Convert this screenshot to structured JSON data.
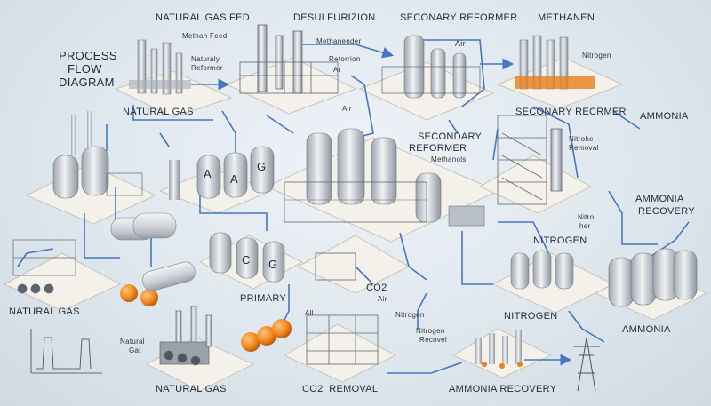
{
  "title": [
    "PROCESS",
    "FLOW",
    "DIAGRAM"
  ],
  "labels": {
    "natural_gas_fed": "NATURAL GAS FED",
    "desulfurizion": "DESULFURIZION",
    "seconary_reformer_top": "SECONARY REFORMER",
    "methanen": "METHANEN",
    "natural_gas_left": "NATURAL GAS",
    "seconary_recrmer": "SECONARY RECRMER",
    "ammonia_right": "AMMONIA",
    "secondary_reformer_mid": [
      "SECONDARY",
      "REFORMER"
    ],
    "ammonia_recovery_right": [
      "AMMONIA",
      "RECOVERY"
    ],
    "nitrogen_mid": "NITROGEN",
    "natural_gas_bottom_left": "NATURAL GAS",
    "primary": "PRIMARY",
    "co2": "CO2",
    "nitrogen_low": "NITROGEN",
    "ammonia_bottom_right": "AMMONIA",
    "natural_gas_bottom": "NATURAL GAS",
    "co2_removal": "CO2  REMOVAL",
    "ammonia_recovery_bottom": "AMMONIA RECOVERY"
  },
  "small_labels": {
    "methan_feed": "Methan Feed",
    "naturaly_reformer": [
      "Naturaly",
      "Reformer"
    ],
    "methanender": "Methanender",
    "reforrion": "Reforrion",
    "ar_a": "Ar",
    "air_top": "Air",
    "nitrogen_top": "Nitrogen",
    "air_mid": "Air",
    "methanols": "Methanols",
    "nitrohe_removal": [
      "Nitrohe",
      "Removal"
    ],
    "nitro_her": [
      "Nitro",
      "her"
    ],
    "air_co2": "Air",
    "all": "All",
    "nitrogen_small": "Nitrogen",
    "natural_gat": [
      "Natural",
      "Gat"
    ],
    "nitrogen_recovel": [
      "Nitrogen",
      "Recovel"
    ],
    "tank_letters": [
      "A",
      "A",
      "G",
      "C",
      "G"
    ]
  },
  "colors": {
    "pipe": "#2b63b8",
    "accent": "#e8801e",
    "tank": "#c7ccd2"
  }
}
